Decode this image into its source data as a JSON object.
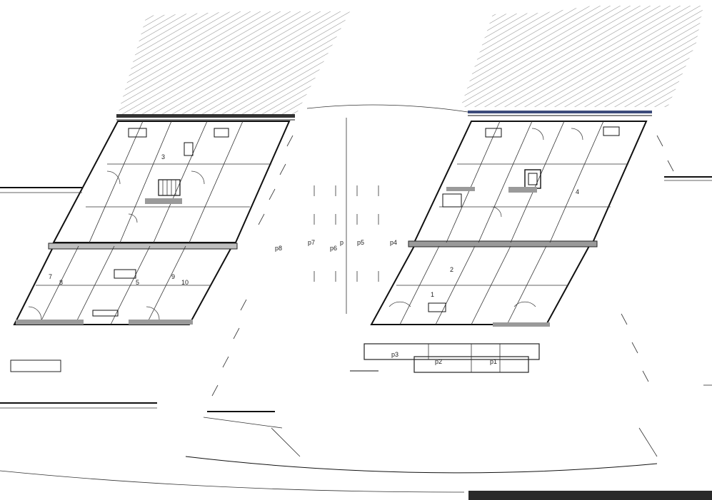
{
  "plan": {
    "labels": [
      {
        "id": "p8",
        "text": "p8"
      },
      {
        "id": "p7",
        "text": "p7"
      },
      {
        "id": "p6",
        "text": "p6"
      },
      {
        "id": "p",
        "text": "p"
      },
      {
        "id": "p5",
        "text": "p5"
      },
      {
        "id": "p4",
        "text": "p4"
      },
      {
        "id": "p3",
        "text": "p3"
      },
      {
        "id": "p2",
        "text": "p2"
      },
      {
        "id": "p1",
        "text": "p1"
      },
      {
        "id": "r3",
        "text": "3"
      },
      {
        "id": "r7",
        "text": "7"
      },
      {
        "id": "r8",
        "text": "8"
      },
      {
        "id": "r5",
        "text": "5"
      },
      {
        "id": "r9",
        "text": "9"
      },
      {
        "id": "r10",
        "text": "10"
      },
      {
        "id": "r4",
        "text": "4"
      },
      {
        "id": "r2",
        "text": "2"
      },
      {
        "id": "r1",
        "text": "1"
      }
    ]
  },
  "colors": {
    "line": "#111111",
    "hatch": "#555555",
    "fill": "#9a9a9a",
    "bar": "#2a2a2a"
  }
}
